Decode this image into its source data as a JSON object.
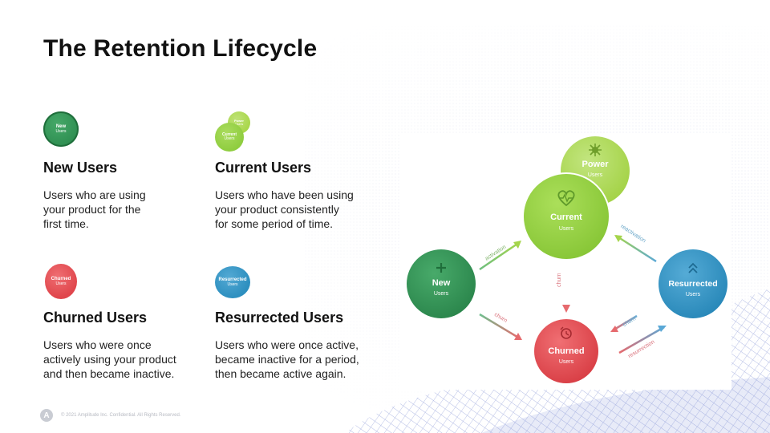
{
  "title": "The Retention Lifecycle",
  "items": [
    {
      "key": "new",
      "heading": "New Users",
      "desc": [
        "Users who are using",
        "your product for the",
        "first time."
      ],
      "icon_label": [
        "New",
        "Users"
      ],
      "color": "#2f8f52"
    },
    {
      "key": "current",
      "heading": "Current Users",
      "desc": [
        "Users who have been using",
        "your product consistently",
        "for some period of time."
      ],
      "icon_label": [
        "Current",
        "Users"
      ],
      "icon_label_2": [
        "Power",
        "Users"
      ],
      "color": "#8fcd3f"
    },
    {
      "key": "churned",
      "heading": "Churned Users",
      "desc": [
        "Users who were once",
        "actively using your product",
        "and then became inactive."
      ],
      "icon_label": [
        "Churned",
        "Users"
      ],
      "color": "#e0464c"
    },
    {
      "key": "resurrected",
      "heading": "Resurrected Users",
      "desc": [
        "Users who were once active,",
        "became inactive for a period,",
        "then became active again."
      ],
      "icon_label": [
        "Resurrected",
        "Users"
      ],
      "color": "#2d8fbf"
    }
  ],
  "diagram": {
    "nodes": {
      "power": {
        "label": "Power",
        "sub": "Users",
        "icon": "sun-icon",
        "color": "#a9d74b"
      },
      "current": {
        "label": "Current",
        "sub": "Users",
        "icon": "heart-pulse-icon",
        "color": "#91cf3c"
      },
      "new": {
        "label": "New",
        "sub": "Users",
        "icon": "plus-icon",
        "color": "#2f8f52"
      },
      "resurrected": {
        "label": "Resurrected",
        "sub": "Users",
        "icon": "double-chevron-up-icon",
        "color": "#2d8fbf"
      },
      "churned": {
        "label": "Churned",
        "sub": "Users",
        "icon": "clock-icon",
        "color": "#e0464c"
      }
    },
    "edges": {
      "activation": "activation",
      "reactivation": "reactivation",
      "churn_current": "churn",
      "churn_new": "churn",
      "churn_resurrected": "churn",
      "resurrection": "resurrection"
    }
  },
  "footer": {
    "text": "© 2021 Amplitude Inc. Confidential. All Rights Reserved."
  }
}
